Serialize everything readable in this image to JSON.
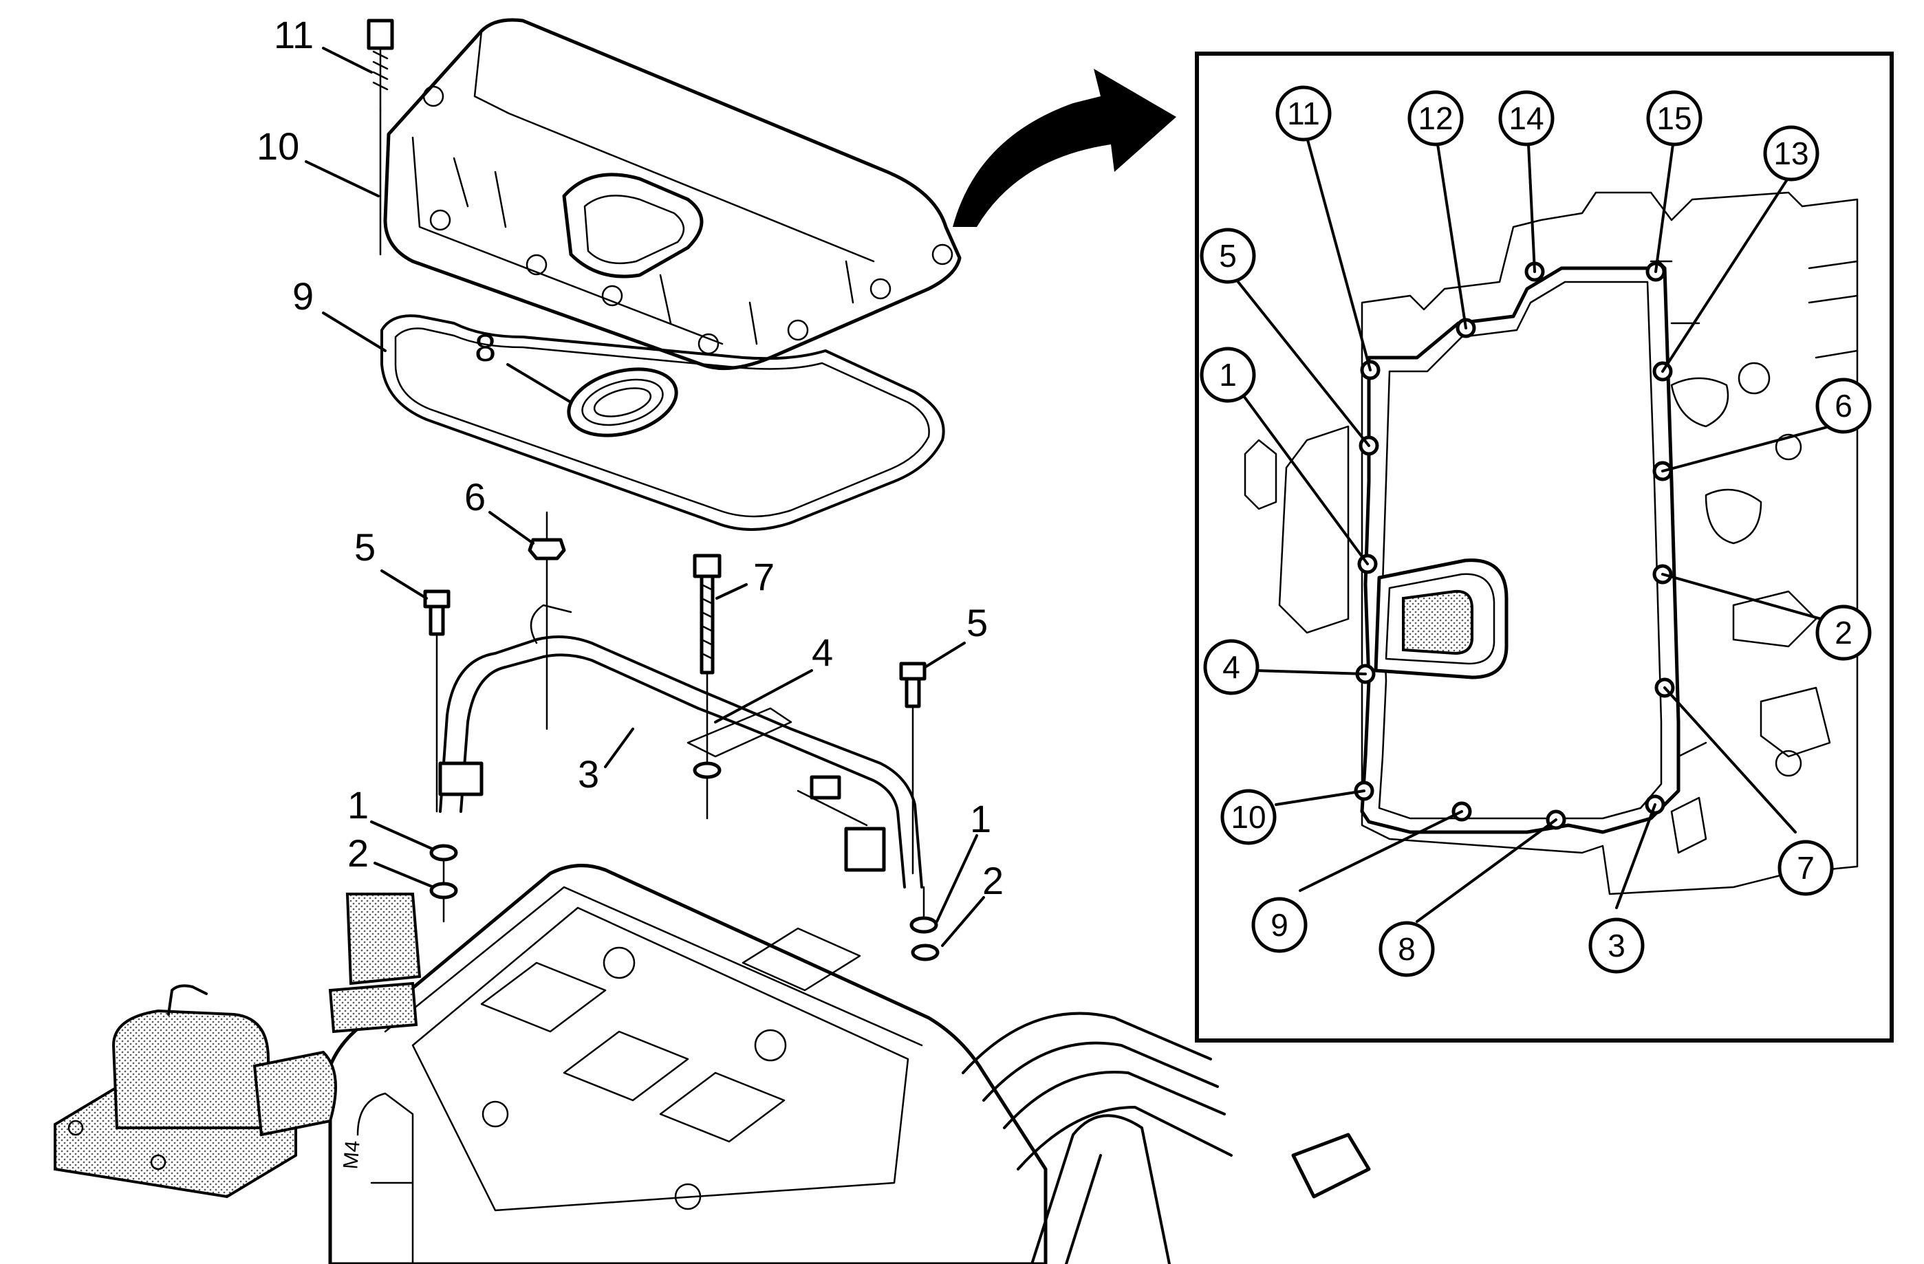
{
  "exploded_callouts": [
    {
      "id": "c11",
      "text": "11"
    },
    {
      "id": "c10",
      "text": "10"
    },
    {
      "id": "c9",
      "text": "9"
    },
    {
      "id": "c8",
      "text": "8"
    },
    {
      "id": "c6",
      "text": "6"
    },
    {
      "id": "c7",
      "text": "7"
    },
    {
      "id": "c5a",
      "text": "5"
    },
    {
      "id": "c4",
      "text": "4"
    },
    {
      "id": "c5b",
      "text": "5"
    },
    {
      "id": "c3",
      "text": "3"
    },
    {
      "id": "c1a",
      "text": "1"
    },
    {
      "id": "c2a",
      "text": "2"
    },
    {
      "id": "c1b",
      "text": "1"
    },
    {
      "id": "c2b",
      "text": "2"
    }
  ],
  "tightening_sequence": [
    {
      "id": "s11",
      "text": "11"
    },
    {
      "id": "s12",
      "text": "12"
    },
    {
      "id": "s14",
      "text": "14"
    },
    {
      "id": "s15",
      "text": "15"
    },
    {
      "id": "s13",
      "text": "13"
    },
    {
      "id": "s5",
      "text": "5"
    },
    {
      "id": "s1",
      "text": "1"
    },
    {
      "id": "s6",
      "text": "6"
    },
    {
      "id": "s2",
      "text": "2"
    },
    {
      "id": "s4",
      "text": "4"
    },
    {
      "id": "s10",
      "text": "10"
    },
    {
      "id": "s7",
      "text": "7"
    },
    {
      "id": "s9",
      "text": "9"
    },
    {
      "id": "s8",
      "text": "8"
    },
    {
      "id": "s3",
      "text": "3"
    }
  ],
  "stamped_text": "M4"
}
